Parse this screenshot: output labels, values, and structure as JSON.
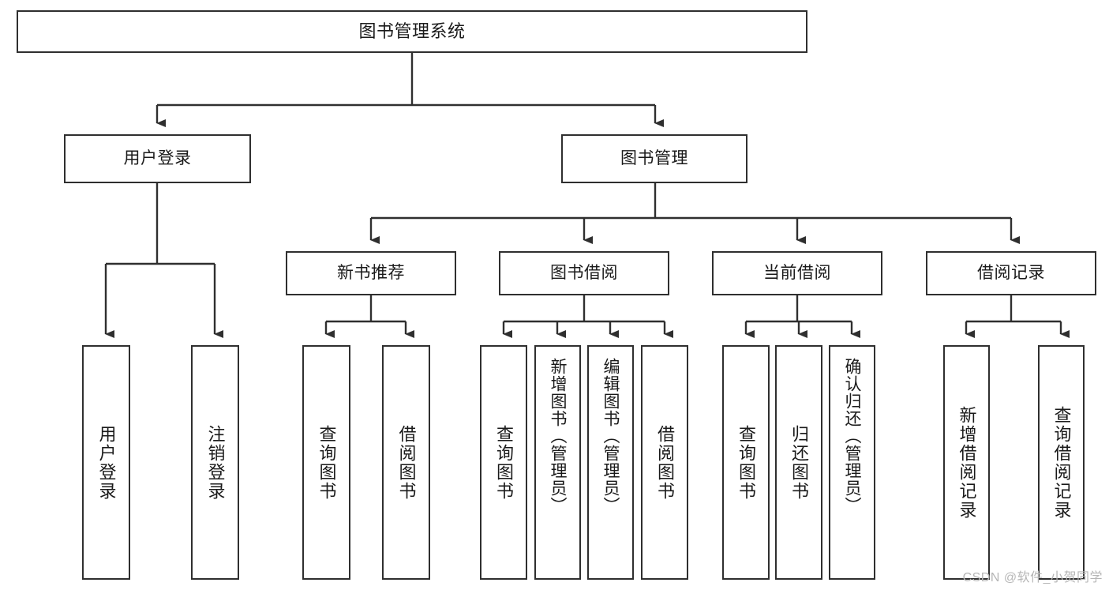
{
  "diagram": {
    "title": "图书管理系统",
    "watermark": "CSDN @软件_小贺同学",
    "line_color": "#2f2f2f",
    "box_border_color": "#2f2f2f",
    "box_fill": "#ffffff",
    "text_color": "#1a1a1a",
    "watermark_color": "#b6b6b6"
  },
  "nodes": {
    "root": {
      "label": "图书管理系统"
    },
    "level2": [
      {
        "label": "用户登录"
      },
      {
        "label": "图书管理"
      }
    ],
    "level3": [
      {
        "label": "新书推荐"
      },
      {
        "label": "图书借阅"
      },
      {
        "label": "当前借阅"
      },
      {
        "label": "借阅记录"
      }
    ],
    "leaves": {
      "user_login": [
        {
          "label": "用户登录"
        },
        {
          "label": "注销登录"
        }
      ],
      "new_book": [
        {
          "label": "查询图书"
        },
        {
          "label": "借阅图书"
        }
      ],
      "borrow_book": [
        {
          "label": "查询图书"
        },
        {
          "label": "新增图书（管理员）"
        },
        {
          "label": "编辑图书（管理员）"
        },
        {
          "label": "借阅图书"
        }
      ],
      "current_borrow": [
        {
          "label": "查询图书"
        },
        {
          "label": "归还图书"
        },
        {
          "label": "确认归还（管理员）"
        }
      ],
      "borrow_record": [
        {
          "label": "新增借阅记录"
        },
        {
          "label": "查询借阅记录"
        }
      ]
    }
  }
}
